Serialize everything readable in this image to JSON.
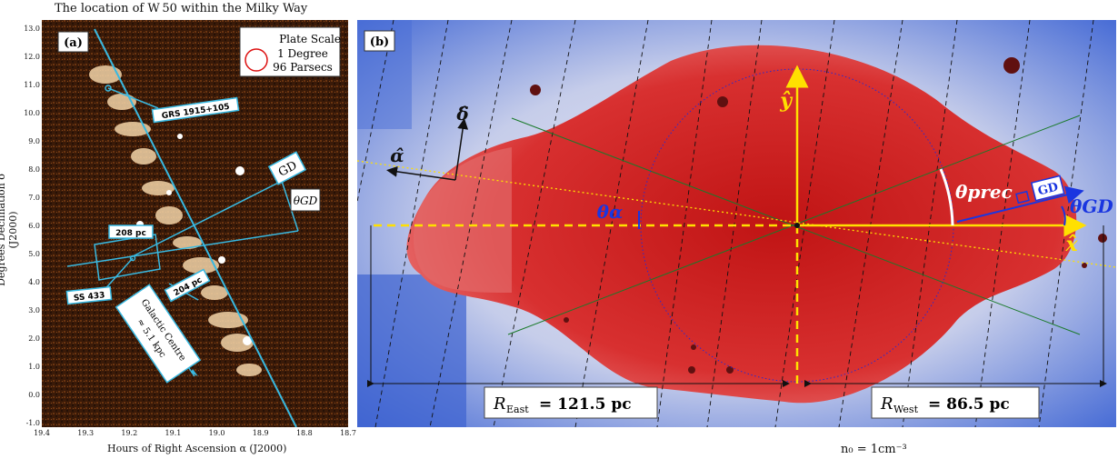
{
  "title": "The location of W 50 within the Milky Way",
  "panel_a": {
    "label": "(a)",
    "plate_scale": {
      "title": "Plate Scale",
      "line1": "1 Degree",
      "line2": "96 Parsecs"
    },
    "ylabel": "Degrees Declination δ (J2000)",
    "xlabel": "Hours of Right Ascension α (J2000)",
    "yticks": [
      "13.0",
      "12.0",
      "11.0",
      "10.0",
      "9.0",
      "8.0",
      "7.0",
      "6.0",
      "5.0",
      "4.0",
      "3.0",
      "2.0",
      "1.0",
      "0.0",
      "-1.0"
    ],
    "xticks": [
      "19.4",
      "19.3",
      "19.2",
      "19.1",
      "19.0",
      "18.9",
      "18.8",
      "18.7"
    ],
    "labels": {
      "grs": "GRS 1915+105",
      "gd": "GD",
      "theta_gd": "θGD",
      "pc208": "208 pc",
      "ss433": "SS 433",
      "pc204": "204 pc",
      "gc_line1": "Galactic Centre",
      "gc_line2": "≈ 5.1 kpc"
    }
  },
  "panel_b": {
    "label": "(b)",
    "axis_y": "ŷ",
    "axis_x": "x̂",
    "delta": "δ̂",
    "alpha": "α̂",
    "theta_alpha": "θα",
    "theta_prec": "θprec",
    "theta_gd": "θGD",
    "gd_vector": "GD",
    "r_east": {
      "symbol": "R",
      "sub": "East",
      "value": "= 121.5 pc"
    },
    "r_west": {
      "symbol": "R",
      "sub": "West",
      "value": "= 86.5 pc"
    }
  },
  "footer_n0": "n₀ = 1cm⁻³",
  "colors": {
    "red": "#c81818",
    "blue": "#2a52c8",
    "yellow": "#ffe000",
    "cyan": "#38b8e0",
    "green": "#1a7a2a"
  }
}
